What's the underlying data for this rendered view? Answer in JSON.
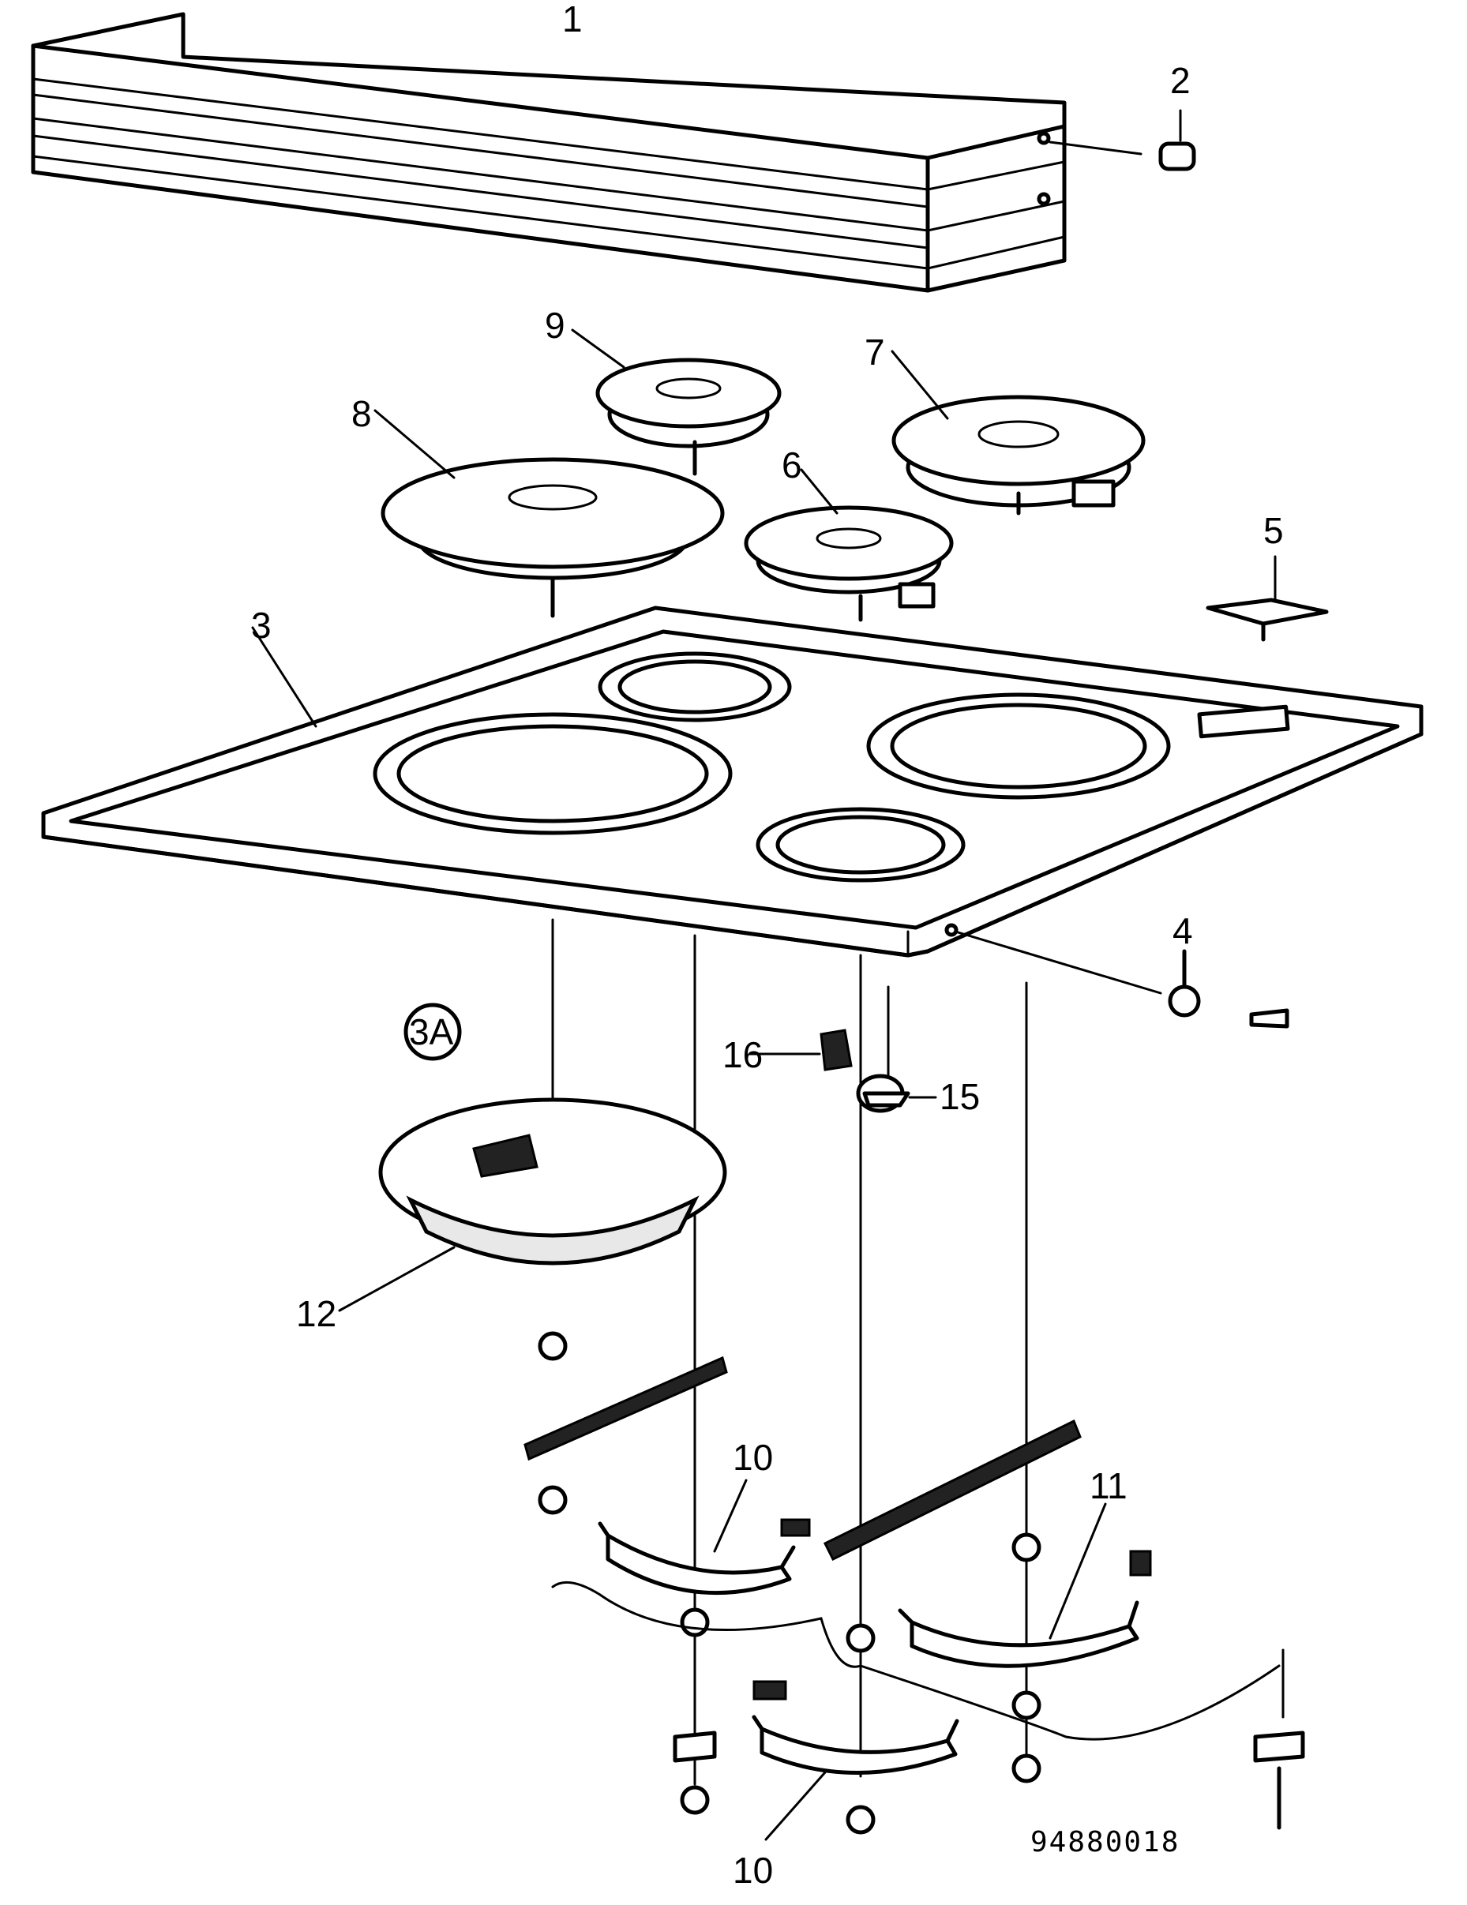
{
  "labels": {
    "l1": "1",
    "l2": "2",
    "l3": "3",
    "l3a": "3A",
    "l4": "4",
    "l5": "5",
    "l6": "6",
    "l7": "7",
    "l8": "8",
    "l9": "9",
    "l10a": "10",
    "l10b": "10",
    "l11": "11",
    "l12": "12",
    "l15": "15",
    "l16": "16"
  },
  "drawing_number": "94880018"
}
